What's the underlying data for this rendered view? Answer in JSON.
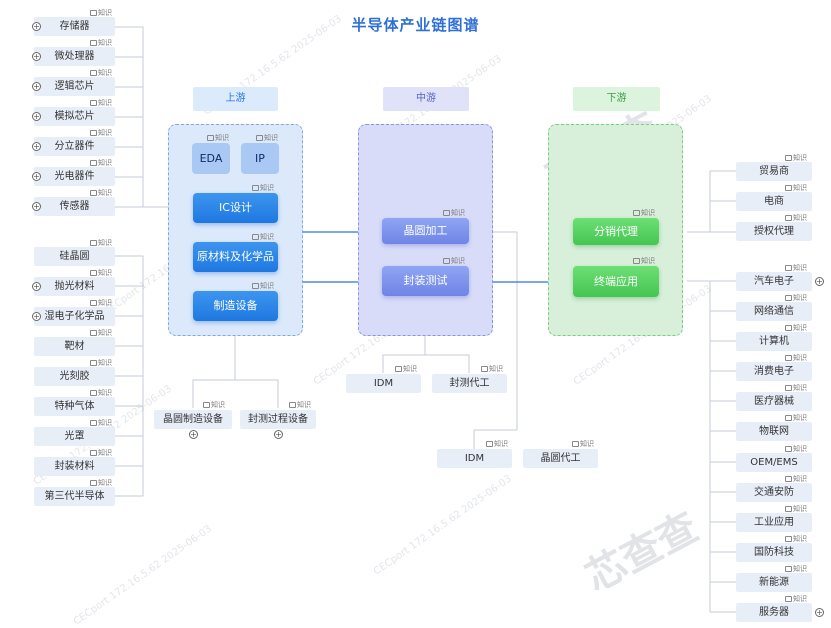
{
  "title": "半导体产业链图谱",
  "tag_label": "知识",
  "stages": {
    "upstream": "上游",
    "midstream": "中游",
    "downstream": "下游"
  },
  "upstream": {
    "eda": "EDA",
    "ip": "IP",
    "ic_design": "IC设计",
    "materials": "原材料及化学品",
    "equipment": "制造设备"
  },
  "upstream_ic_leaves": [
    "存储器",
    "微处理器",
    "逻辑芯片",
    "模拟芯片",
    "分立器件",
    "光电器件",
    "传感器"
  ],
  "upstream_material_leaves": [
    "硅晶圆",
    "抛光材料",
    "湿电子化学品",
    "靶材",
    "光刻胶",
    "特种气体",
    "光罩",
    "封装材料",
    "第三代半导体"
  ],
  "upstream_equipment_leaves": [
    "晶圆制造设备",
    "封测过程设备"
  ],
  "midstream": {
    "wafer": "晶圆加工",
    "packaging": "封装测试"
  },
  "midstream_pack_leaves": [
    "IDM",
    "封测代工"
  ],
  "midstream_wafer_leaves": [
    "IDM",
    "晶圆代工"
  ],
  "downstream": {
    "distribution": "分销代理",
    "terminal": "终端应用"
  },
  "downstream_dist_leaves": [
    "贸易商",
    "电商",
    "授权代理"
  ],
  "downstream_terminal_leaves": [
    "汽车电子",
    "网络通信",
    "计算机",
    "消费电子",
    "医疗器械",
    "物联网",
    "OEM/EMS",
    "交通安防",
    "工业应用",
    "国防科技",
    "新能源",
    "服务器"
  ],
  "watermark": "CECport 172.16.5.62 2025-06-03",
  "logo": "芯查查",
  "colors": {
    "title": "#2f6fd8",
    "link": "#2b73e0",
    "upstream_panel": "#dbe9fb",
    "midstream_panel": "#d8dcf8",
    "downstream_panel": "#d8f0da"
  }
}
